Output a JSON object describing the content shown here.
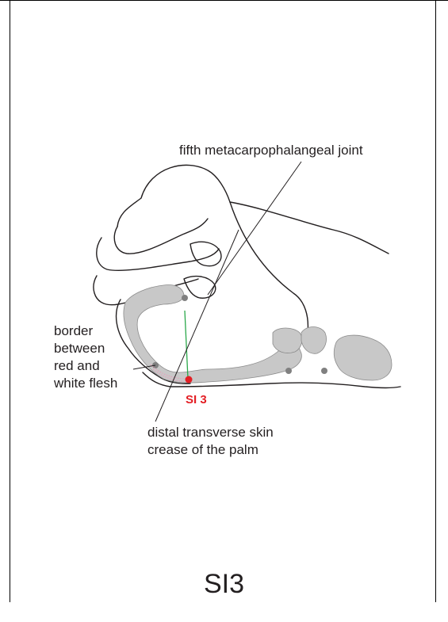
{
  "labels": {
    "fifth_joint": "fifth metacarpophalangeal joint",
    "border": [
      "border",
      "between",
      "red and",
      "white flesh"
    ],
    "crease": [
      "distal transverse skin",
      "crease of the palm"
    ],
    "point": "SI 3"
  },
  "caption": "SI3",
  "colors": {
    "outline": "#231f20",
    "bone": "#c8c8c8",
    "point": "#e31e24",
    "guide_line": "#2aa84a",
    "flesh_border": "#e89ab8"
  }
}
